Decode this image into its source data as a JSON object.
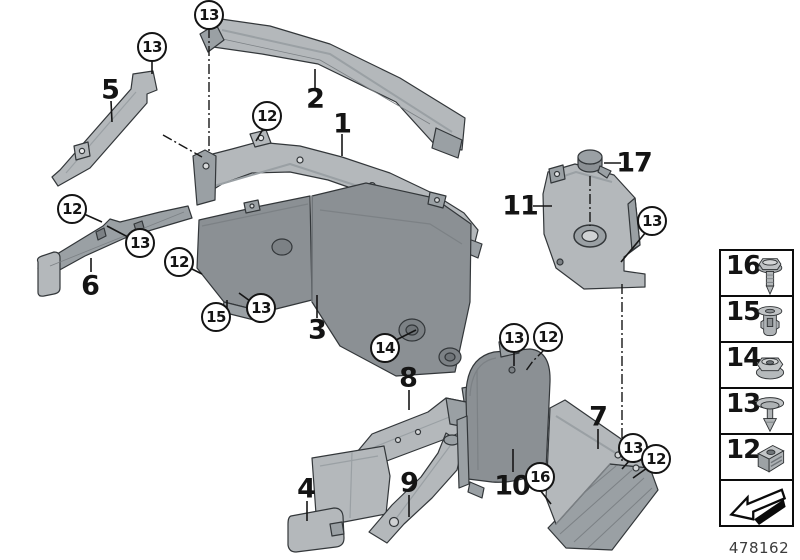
{
  "diagram": {
    "number": "478162",
    "colors": {
      "background": "#ffffff",
      "line": "#141414",
      "part_light": "#b4b8bb",
      "part_mid": "#9aa0a4",
      "part_dark": "#8b9094",
      "part_darker": "#7c8185",
      "outline": "#33373a"
    }
  },
  "callouts": {
    "plain": [
      "1",
      "2",
      "3",
      "4",
      "5",
      "6",
      "7",
      "8",
      "9",
      "10",
      "11",
      "17"
    ],
    "circled": [
      "13",
      "13",
      "12",
      "12",
      "13",
      "12",
      "13",
      "15",
      "14",
      "12",
      "13",
      "13",
      "13",
      "12",
      "16"
    ]
  },
  "legend": {
    "items": [
      {
        "label": "16",
        "icon": "hex-bolt-washer-icon"
      },
      {
        "label": "15",
        "icon": "expansion-rivet-icon"
      },
      {
        "label": "14",
        "icon": "flange-nut-icon"
      },
      {
        "label": "13",
        "icon": "push-rivet-icon"
      },
      {
        "label": "12",
        "icon": "cage-nut-icon"
      }
    ],
    "direction_arrow": {
      "icon": "direction-arrow-icon"
    }
  }
}
